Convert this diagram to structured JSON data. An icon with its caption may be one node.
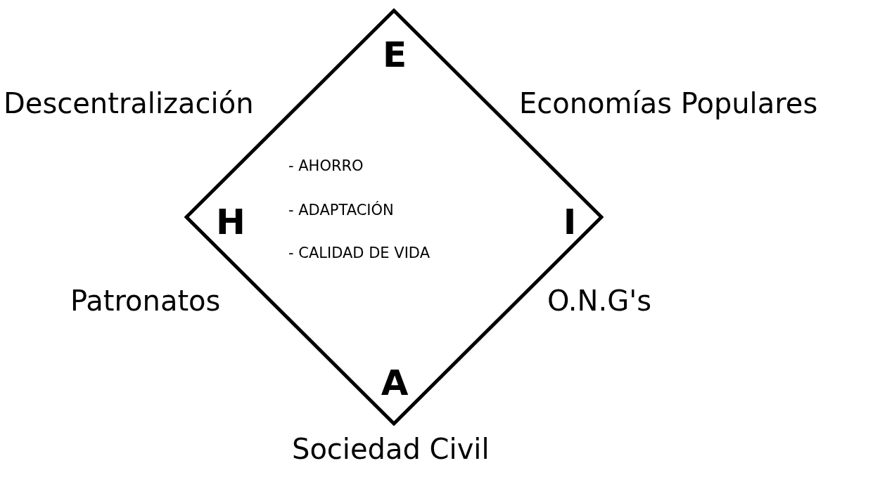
{
  "diagram": {
    "nodes": [
      {
        "text": [
          "E",
          "H",
          "I",
          "A",
          "- AHORRO",
          "- ADAPTACIÓN",
          "- CALIDAD DE VIDA"
        ]
      }
    ],
    "edges": [],
    "labels": [
      "Descentralización",
      "Economías Populares",
      "Patronatos",
      "O.N.G's",
      "Sociedad Civil"
    ]
  }
}
